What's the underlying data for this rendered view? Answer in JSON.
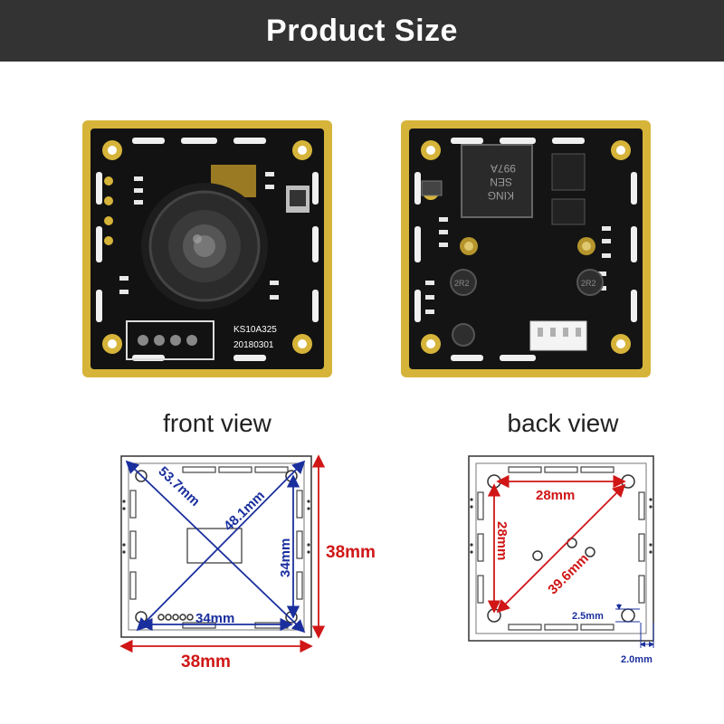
{
  "banner": {
    "title": "Product Size"
  },
  "front_view": {
    "label": "front view",
    "board_text": {
      "model": "KS10A325",
      "date": "20180301"
    }
  },
  "back_view": {
    "label": "back view",
    "chip_text": {
      "line1": "997A",
      "line2": "SEN",
      "line3": "KING"
    },
    "inductor_label": "2R2"
  },
  "front_diagram": {
    "diag_1": "53.7mm",
    "diag_2": "48.1mm",
    "inner_height": "34mm",
    "inner_width": "34mm",
    "outer_height": "38mm",
    "outer_width": "38mm"
  },
  "back_diagram": {
    "top_span": "28mm",
    "left_span": "28mm",
    "diagonal": "39.6mm",
    "hole_diameter": "2.5mm",
    "edge_offset": "2.0mm"
  },
  "colors": {
    "banner_bg": "#333333",
    "pcb": "#111111",
    "gold": "#d6b43a",
    "blue_dimension": "#1a2f9e",
    "red_dimension": "#d01616"
  }
}
